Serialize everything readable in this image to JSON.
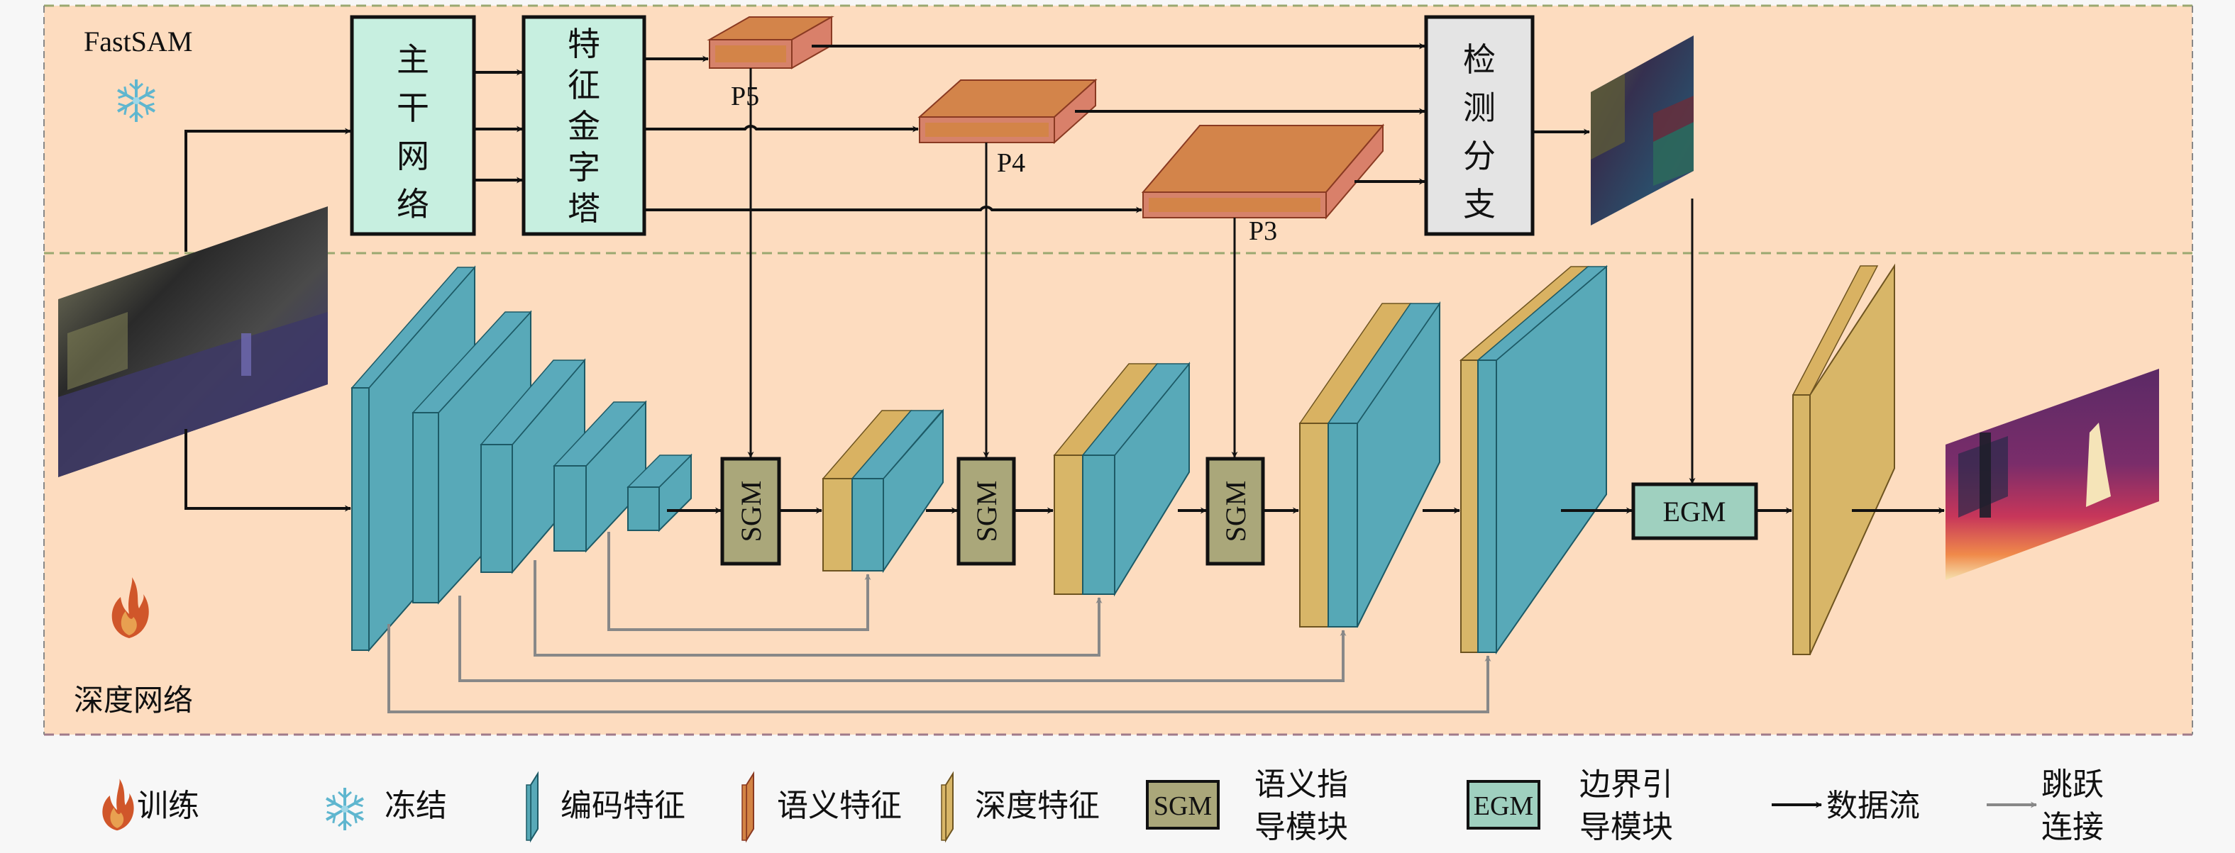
{
  "colors": {
    "page_bg": "#f7f7f7",
    "panel_bg": "#fddcbf",
    "panel_border": "#7a7a5a",
    "divider": "#9aa870",
    "encoder": "#56a8b6",
    "encoder_edge": "#1f5f6e",
    "semantic": "#d38445",
    "semantic_edge": "#9b4a2a",
    "depth": "#d8b668",
    "depth_edge": "#6e5420",
    "sgm": "#aaa77a",
    "egm": "#9fd0bf",
    "backbone_box": "#c7efe0",
    "detect_box": "#e4e4e4",
    "data_flow": "#111111",
    "skip": "#888888"
  },
  "fastsam": {
    "title": "FastSAM",
    "state_icon": "snowflake-icon",
    "backbone_label": [
      "主",
      "干",
      "网",
      "络"
    ],
    "fpn_label": [
      "特",
      "征",
      "金",
      "字",
      "塔"
    ],
    "detect_label": [
      "检",
      "测",
      "分",
      "支"
    ],
    "pyramid_levels": [
      "P5",
      "P4",
      "P3"
    ]
  },
  "depth_net": {
    "title": "深度网络",
    "state_icon": "fire-icon",
    "sgm_label": "SGM",
    "egm_label": "EGM",
    "encoder_stage_count": 5,
    "decoder_stage_count": 5
  },
  "legend": [
    {
      "icon": "fire-icon",
      "label": "训练"
    },
    {
      "icon": "snowflake-icon",
      "label": "冻结"
    },
    {
      "icon": "encoder-feature-icon",
      "label": "编码特征"
    },
    {
      "icon": "semantic-feature-icon",
      "label": "语义特征"
    },
    {
      "icon": "depth-feature-icon",
      "label": "深度特征"
    },
    {
      "icon": "sgm-icon",
      "box_label": "SGM",
      "label_lines": [
        "语义指",
        "导模块"
      ]
    },
    {
      "icon": "egm-icon",
      "box_label": "EGM",
      "label_lines": [
        "边界引",
        "导模块"
      ]
    },
    {
      "icon": "data-flow-arrow-icon",
      "label": "数据流"
    },
    {
      "icon": "skip-arrow-icon",
      "label_lines": [
        "跳跃",
        "连接"
      ]
    }
  ]
}
